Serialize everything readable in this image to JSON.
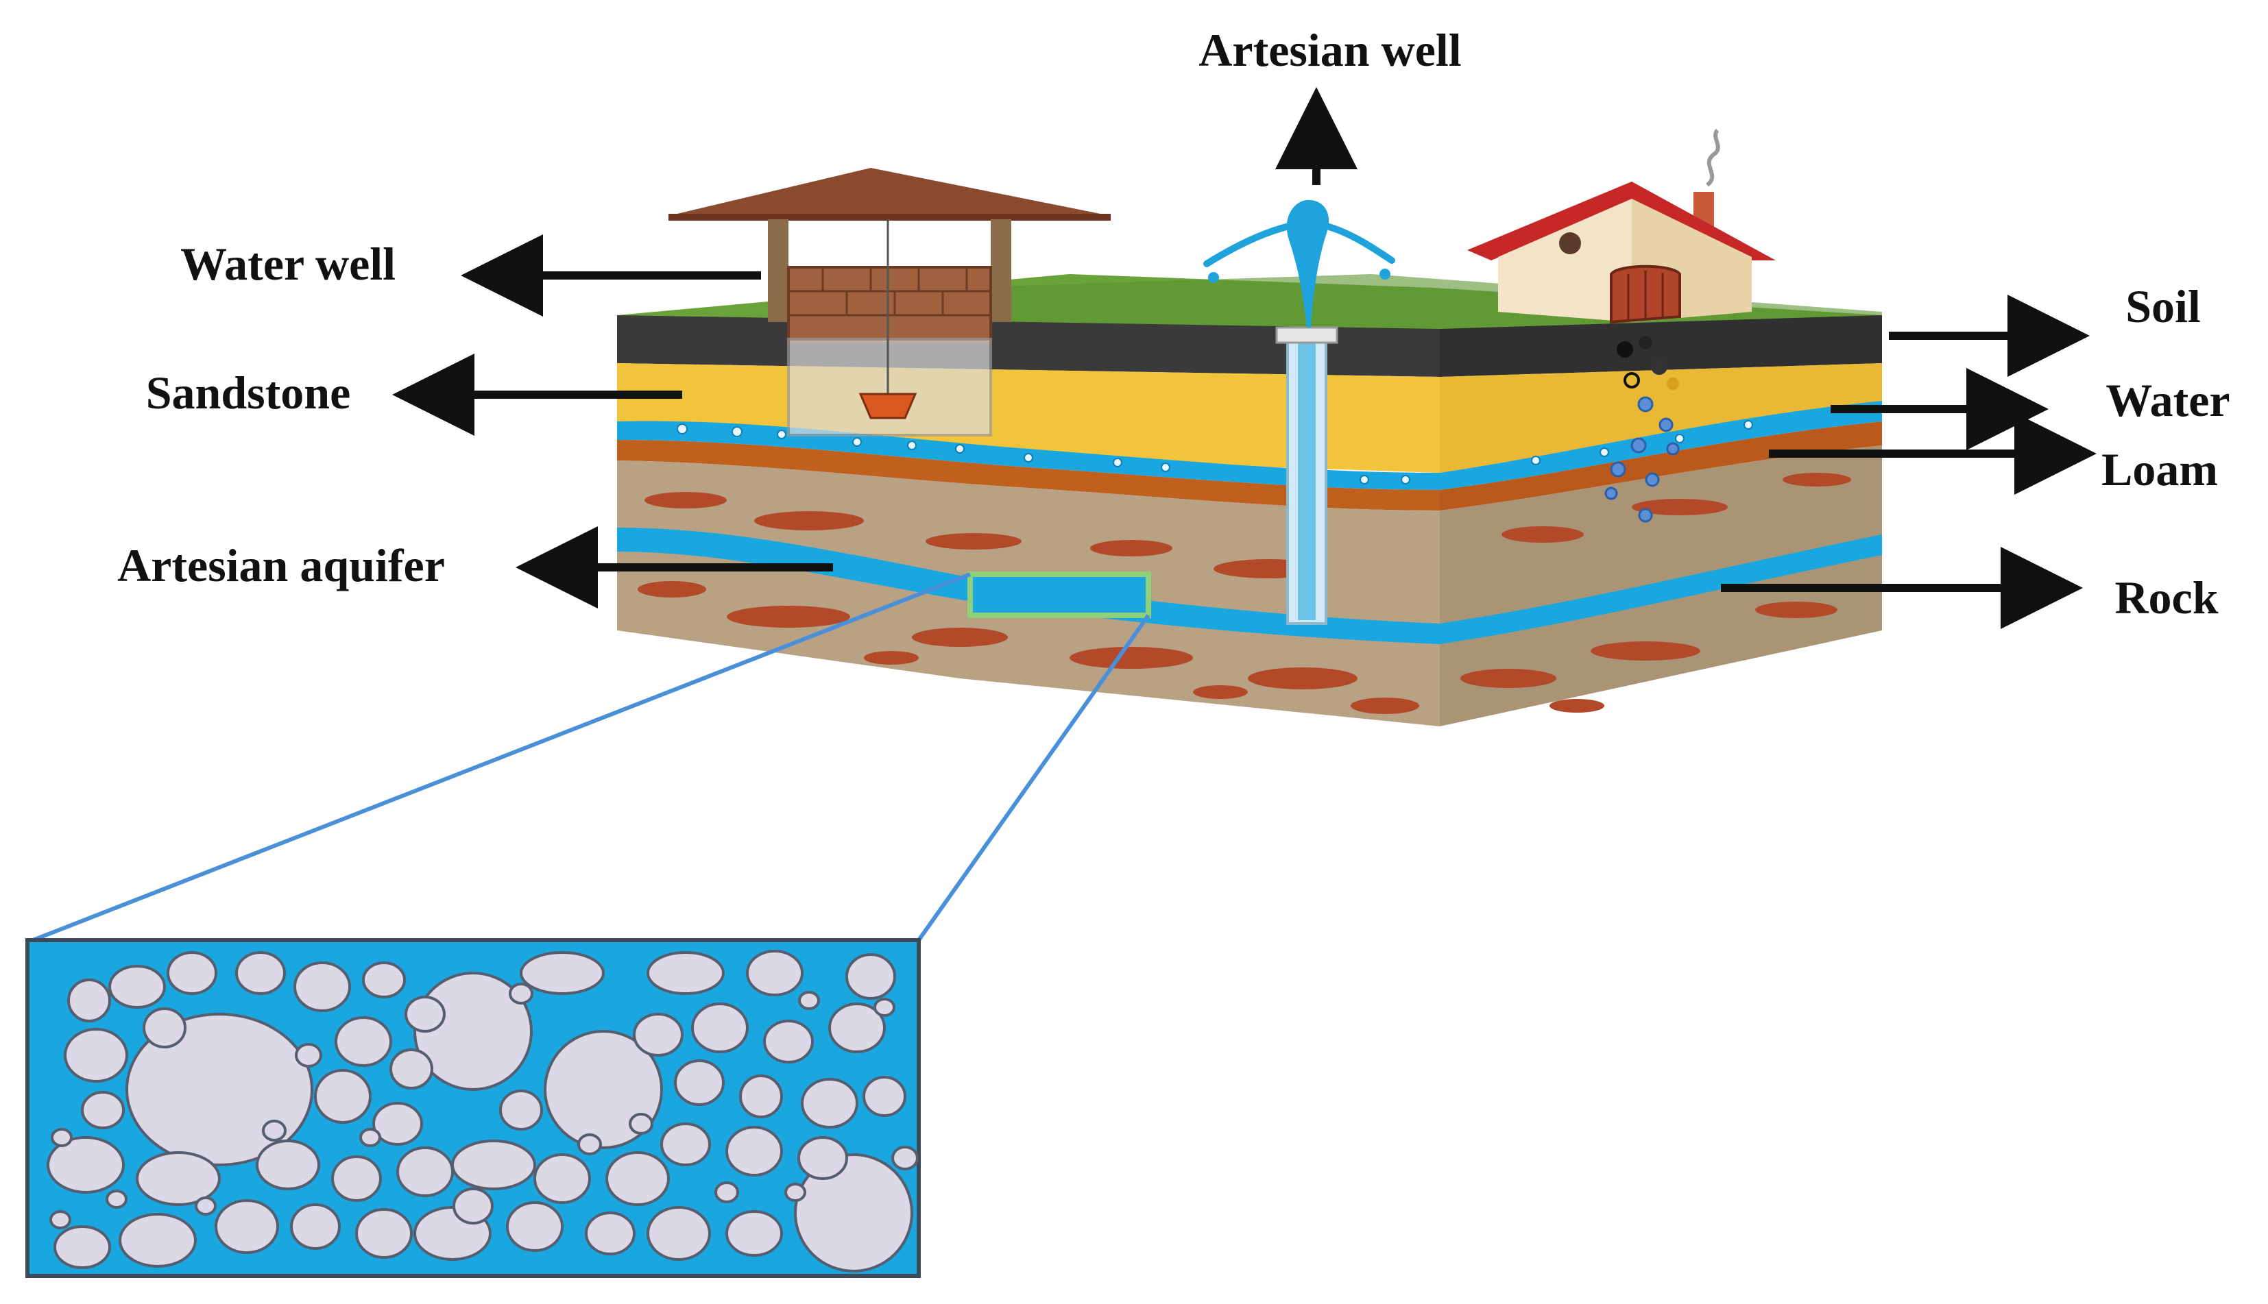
{
  "labels": {
    "artesian_well": "Artesian well",
    "water_well": "Water well",
    "sandstone": "Sandstone",
    "artesian_aquifer": "Artesian aquifer",
    "soil": "Soil",
    "water": "Water",
    "loam": "Loam",
    "rock": "Rock"
  },
  "colors": {
    "grass": "#6aa33a",
    "soil": "#3a3a3a",
    "sandstone": "#f2c43c",
    "water": "#1aa7e0",
    "loam": "#c0601f",
    "rock": "#b8a283",
    "rock_spots": "#b24a2a",
    "grain": "#dcd8e6",
    "zoom_line": "#4a90d9",
    "highlight_box": "#8fd17a"
  }
}
